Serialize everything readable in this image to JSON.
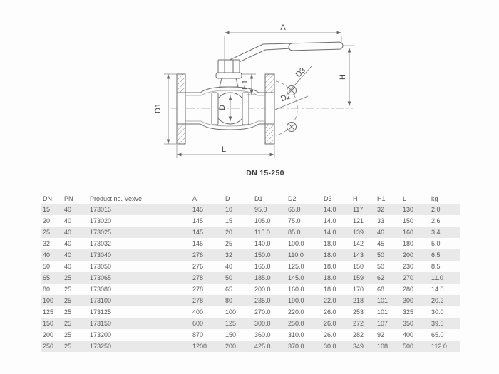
{
  "drawing": {
    "caption": "DN 15-250",
    "dim_labels": {
      "a": "A",
      "h": "H",
      "h1": "H1",
      "d": "D",
      "d1": "D1",
      "d2": "D2",
      "d3": "D3",
      "l": "L"
    },
    "line_color": "#6e6e6e",
    "dimension_color": "#787878"
  },
  "table": {
    "columns": [
      "DN",
      "PN",
      "Product no. Vexve",
      "A",
      "D",
      "D1",
      "D2",
      "D3",
      "H",
      "H1",
      "L",
      "kg"
    ],
    "rows": [
      [
        "15",
        "40",
        "173015",
        "145",
        "10",
        "95.0",
        "65.0",
        "14.0",
        "117",
        "32",
        "130",
        "2.0"
      ],
      [
        "20",
        "40",
        "173020",
        "145",
        "15",
        "105.0",
        "75.0",
        "14.0",
        "121",
        "33",
        "150",
        "2.6"
      ],
      [
        "25",
        "40",
        "173025",
        "145",
        "20",
        "115.0",
        "85.0",
        "14.0",
        "139",
        "46",
        "160",
        "3.4"
      ],
      [
        "32",
        "40",
        "173032",
        "145",
        "25",
        "140.0",
        "100.0",
        "18.0",
        "142",
        "45",
        "180",
        "5.0"
      ],
      [
        "40",
        "40",
        "173040",
        "276",
        "32",
        "150.0",
        "110.0",
        "18.0",
        "143",
        "50",
        "200",
        "6.5"
      ],
      [
        "50",
        "40",
        "173050",
        "276",
        "40",
        "165.0",
        "125.0",
        "18.0",
        "150",
        "50",
        "230",
        "8.5"
      ],
      [
        "65",
        "25",
        "173065",
        "278",
        "50",
        "185.0",
        "145.0",
        "18.0",
        "159",
        "62",
        "270",
        "11.0"
      ],
      [
        "80",
        "25",
        "173080",
        "278",
        "65",
        "200.0",
        "160.0",
        "18.0",
        "170",
        "68",
        "280",
        "14.0"
      ],
      [
        "100",
        "25",
        "173100",
        "278",
        "80",
        "235.0",
        "190.0",
        "22.0",
        "218",
        "101",
        "300",
        "20.2"
      ],
      [
        "125",
        "25",
        "173125",
        "400",
        "100",
        "270.0",
        "220.0",
        "26.0",
        "253",
        "101",
        "325",
        "30.0"
      ],
      [
        "150",
        "25",
        "173150",
        "600",
        "125",
        "300.0",
        "250.0",
        "26.0",
        "272",
        "107",
        "350",
        "39.0"
      ],
      [
        "200",
        "25",
        "173200",
        "870",
        "150",
        "360.0",
        "310.0",
        "26.0",
        "282",
        "92",
        "400",
        "65.0"
      ],
      [
        "250",
        "25",
        "173250",
        "1200",
        "200",
        "425.0",
        "370.0",
        "30.0",
        "349",
        "108",
        "500",
        "112.0"
      ]
    ],
    "stripe_color": "#e9e9e9",
    "text_color": "#5a5a5a"
  }
}
